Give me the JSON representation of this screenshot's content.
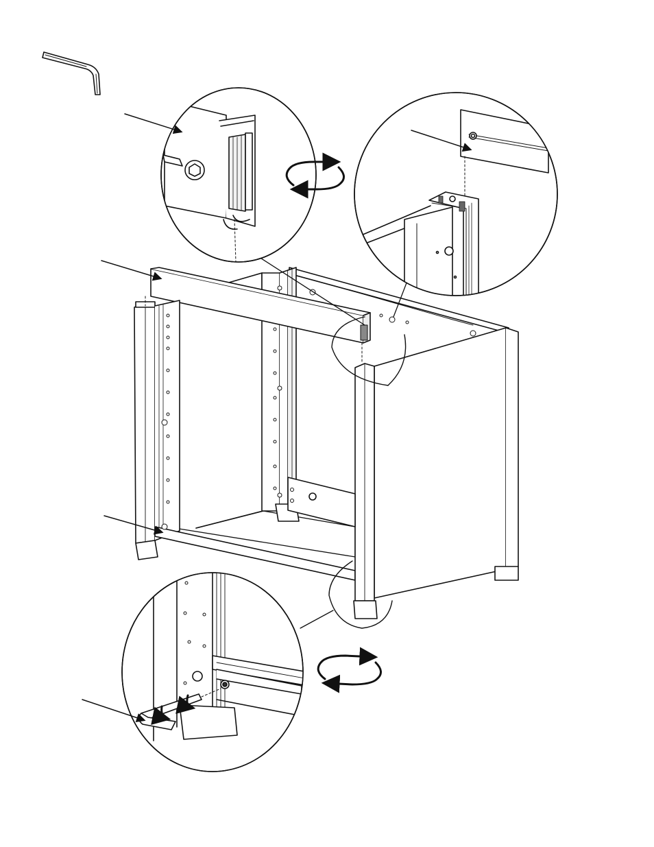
{
  "diagram": {
    "kind": "assembly-instruction-illustration",
    "colors": {
      "line": "#111111",
      "fill": "#ffffff",
      "shade": "#e9e9e9",
      "dark": "#9a9a9a"
    },
    "tool": {
      "icon": "hex-key-icon"
    },
    "callouts": [
      {
        "name": "top-rail-end-callout",
        "icon": "magnifier-circle-icon"
      },
      {
        "name": "panel-mount-callout",
        "icon": "magnifier-circle-icon"
      },
      {
        "name": "foot-tighten-callout",
        "icon": "magnifier-circle-icon"
      }
    ],
    "rotation_symbols": [
      {
        "name": "rotate-symbol-top",
        "icon": "rotate-arrows-icon"
      },
      {
        "name": "rotate-symbol-bottom",
        "icon": "rotate-arrows-icon"
      }
    ]
  }
}
